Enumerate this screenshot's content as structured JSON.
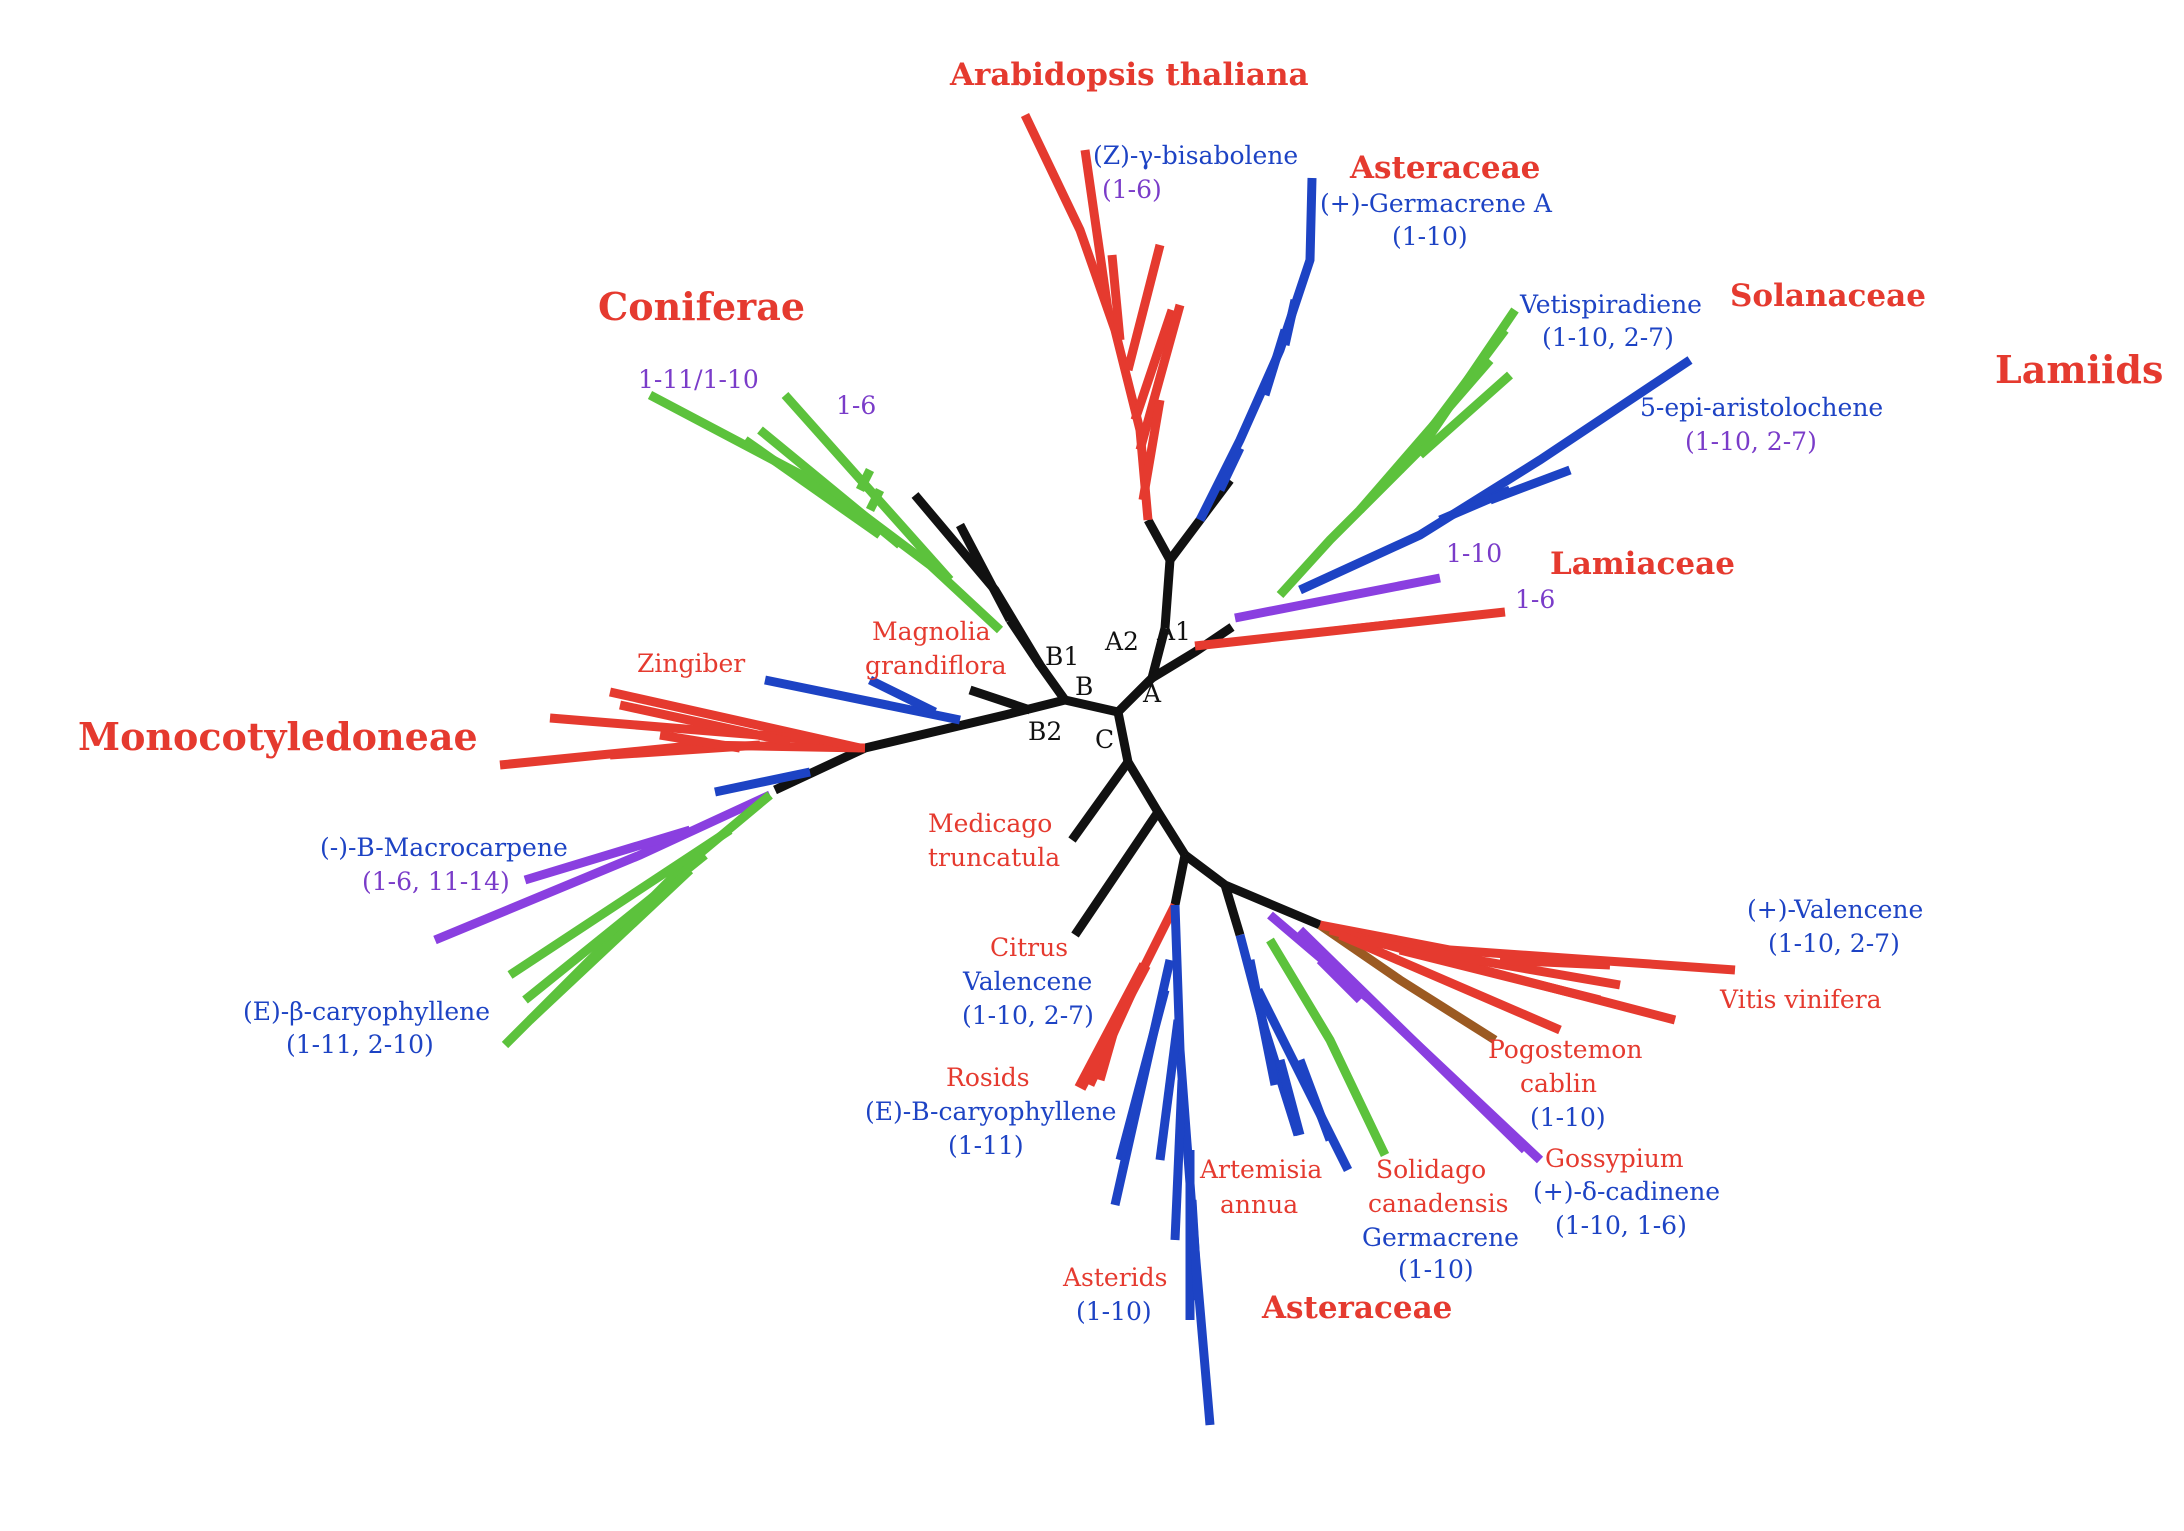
{
  "colors": {
    "red": "#e53a2f",
    "blue": "#1d43c4",
    "green": "#5cc23c",
    "purple": "#8a3fe0",
    "black": "#111111",
    "brown": "#9b5a22",
    "label_purple": "#7a3cc9"
  },
  "nodes": {
    "A": "A",
    "A1": "A1",
    "A2": "A2",
    "B": "B",
    "B1": "B1",
    "B2": "B2",
    "C": "C"
  },
  "groups": {
    "arabidopsis": "Arabidopsis thaliana",
    "asteraceae_top": "Asteraceae",
    "coniferae": "Coniferae",
    "solanaceae": "Solanaceae",
    "lamiids": "Lamiids",
    "lamiaceae": "Lamiaceae",
    "monocots": "Monocotyledoneae",
    "asteraceae_bottom": "Asteraceae"
  },
  "labels": {
    "z_bisabolene": "(Z)-γ-bisabolene",
    "z_bisabolene_ring": "(1-6)",
    "germacrene_a": "(+)-Germacrene A",
    "germacrene_a_ring": "(1-10)",
    "vetispiradiene": "Vetispiradiene",
    "vetispiradiene_ring": "(1-10, 2-7)",
    "epi_aristolochene": "5-epi-aristolochene",
    "epi_aristolochene_ring": "(1-10, 2-7)",
    "conifer_ring_a": "1-11/1-10",
    "conifer_ring_b": "1-6",
    "lamiaceae_ring_a": "1-10",
    "lamiaceae_ring_b": "1-6",
    "magnolia": [
      "Magnolia",
      "grandiflora"
    ],
    "zingiber": "Zingiber",
    "macrocarpene": "(-)-B-Macrocarpene",
    "macrocarpene_ring": "(1-6, 11-14)",
    "e_caryophyllene": "(E)-β-caryophyllene",
    "e_caryophyllene_ring": "(1-11, 2-10)",
    "medicago": [
      "Medicago",
      "truncatula"
    ],
    "citrus": "Citrus",
    "citrus_valencene": "Valencene",
    "citrus_valencene_ring": "(1-10, 2-7)",
    "rosids": "Rosids",
    "rosids_caryophyllene": "(E)-B-caryophyllene",
    "rosids_caryophyllene_ring": "(1-11)",
    "artemisia": [
      "Artemisia",
      "annua"
    ],
    "solidago": [
      "Solidago",
      "canadensis"
    ],
    "solidago_germacrene": "Germacrene",
    "solidago_germacrene_ring": "(1-10)",
    "asterids": "Asterids",
    "asterids_ring": "(1-10)",
    "valencene_plus": "(+)-Valencene",
    "valencene_plus_ring": "(1-10, 2-7)",
    "vitis": "Vitis vinifera",
    "pogostemon": [
      "Pogostemon",
      "cablin"
    ],
    "pogostemon_ring": "(1-10)",
    "gossypium": "Gossypium",
    "cadinene": "(+)-δ-cadinene",
    "cadinene_ring": "(1-10, 1-6)"
  }
}
